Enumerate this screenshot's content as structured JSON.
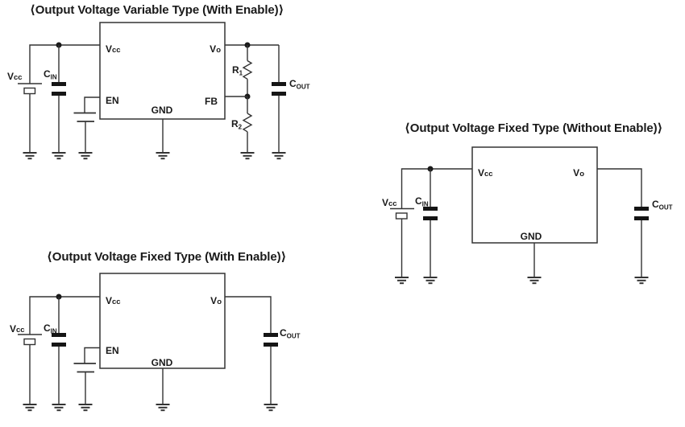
{
  "figure": {
    "background": "#ffffff",
    "line_color": "#333333",
    "text_color": "#1a1a1a"
  },
  "circuits": [
    {
      "name": "output-voltage-variable-type-with-enable",
      "title": "⟨Output Voltage Variable Type (With Enable)⟩",
      "ic_pins": {
        "vcc": {
          "main": "V",
          "sub": "cc"
        },
        "vo": {
          "main": "V",
          "sub": "o"
        },
        "en": "EN",
        "fb": "FB",
        "gnd": "GND"
      },
      "components": {
        "supply": {
          "main": "V",
          "sub": "cc"
        },
        "cin": {
          "main": "C",
          "sub": "IN"
        },
        "cout": {
          "main": "C",
          "sub": "OUT"
        },
        "r1": {
          "main": "R",
          "sub": "1"
        },
        "r2": {
          "main": "R",
          "sub": "2"
        }
      }
    },
    {
      "name": "output-voltage-fixed-type-without-enable",
      "title": "⟨Output Voltage Fixed Type (Without Enable)⟩",
      "ic_pins": {
        "vcc": {
          "main": "V",
          "sub": "cc"
        },
        "vo": {
          "main": "V",
          "sub": "o"
        },
        "gnd": "GND"
      },
      "components": {
        "supply": {
          "main": "V",
          "sub": "cc"
        },
        "cin": {
          "main": "C",
          "sub": "IN"
        },
        "cout": {
          "main": "C",
          "sub": "OUT"
        }
      }
    },
    {
      "name": "output-voltage-fixed-type-with-enable",
      "title": "⟨Output Voltage Fixed Type (With Enable)⟩",
      "ic_pins": {
        "vcc": {
          "main": "V",
          "sub": "cc"
        },
        "vo": {
          "main": "V",
          "sub": "o"
        },
        "en": "EN",
        "gnd": "GND"
      },
      "components": {
        "supply": {
          "main": "V",
          "sub": "cc"
        },
        "cin": {
          "main": "C",
          "sub": "IN"
        },
        "cout": {
          "main": "C",
          "sub": "OUT"
        }
      }
    }
  ]
}
